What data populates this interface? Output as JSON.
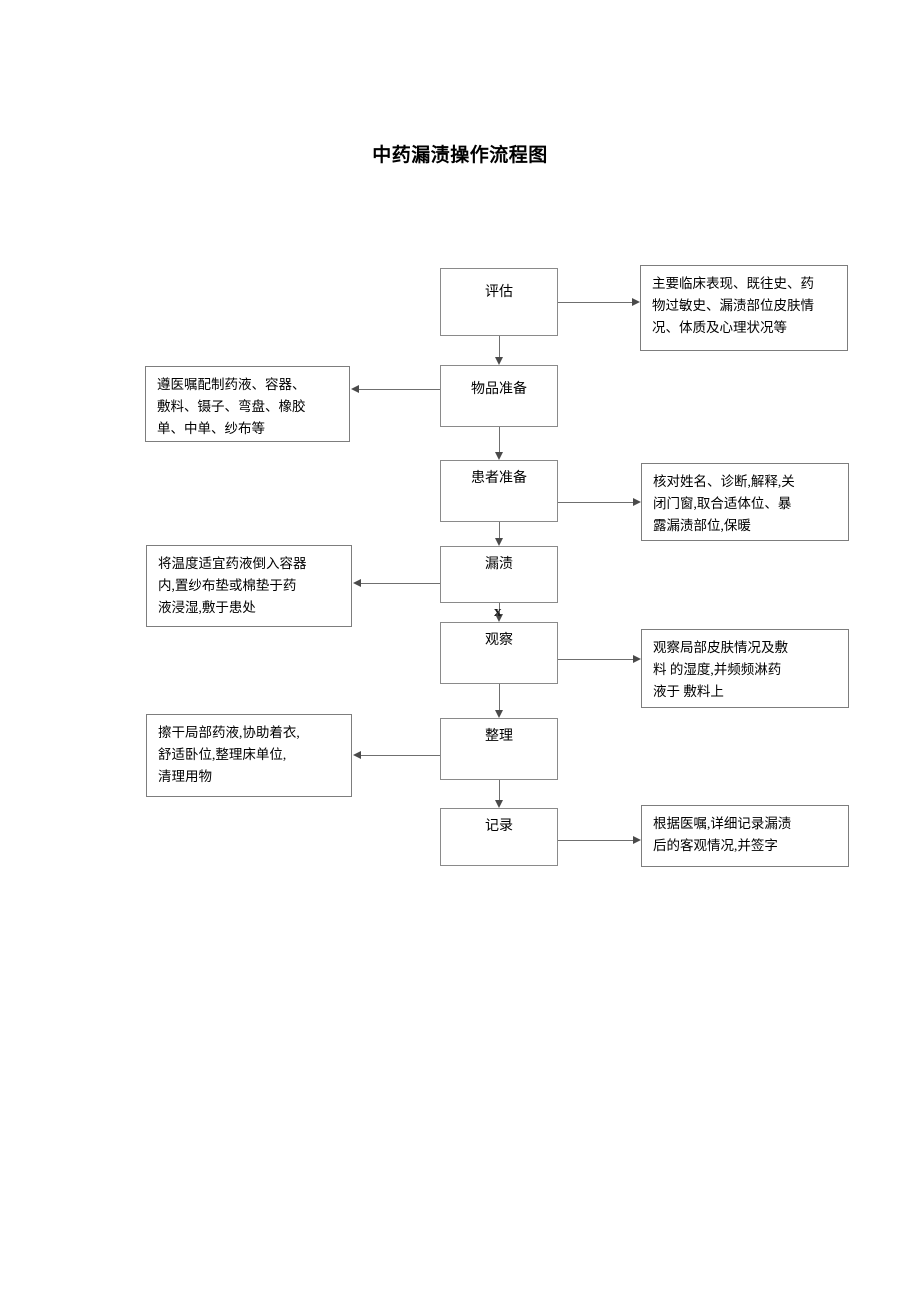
{
  "document": {
    "title": "中药漏渍操作流程图"
  },
  "flow": {
    "nodes": [
      {
        "id": "assess",
        "label": "评估"
      },
      {
        "id": "item-prep",
        "label": "物品准备"
      },
      {
        "id": "patient-prep",
        "label": "患者准备"
      },
      {
        "id": "soak",
        "label": "漏渍"
      },
      {
        "id": "observe",
        "label": "观察"
      },
      {
        "id": "tidy",
        "label": "整理"
      },
      {
        "id": "record",
        "label": "记录"
      }
    ],
    "notes": [
      {
        "id": "assess-note",
        "side": "right",
        "text": "主要临床表现、既往史、药\n物过敏史、漏渍部位皮肤情\n况、体质及心理状况等"
      },
      {
        "id": "item-prep-note",
        "side": "left",
        "text": "遵医嘱配制药液、容器、\n敷料、镊子、弯盘、橡胶\n单、中单、纱布等"
      },
      {
        "id": "patient-prep-note",
        "side": "right",
        "text": "核对姓名、诊断,解释,关\n闭门窗,取合适体位、暴\n露漏渍部位,保暖"
      },
      {
        "id": "soak-note",
        "side": "left",
        "text": "将温度适宜药液倒入容器\n内,置纱布垫或棉垫于药\n液浸湿,敷于患处"
      },
      {
        "id": "observe-note",
        "side": "right",
        "text": "观察局部皮肤情况及敷\n料 的湿度,并频频淋药\n液于 敷料上"
      },
      {
        "id": "tidy-note",
        "side": "left",
        "text": "擦干局部药液,协助着衣,\n舒适卧位,整理床单位,\n清理用物"
      },
      {
        "id": "record-note",
        "side": "right",
        "text": "根据医嘱,详细记录漏渍\n后的客观情况,并签字"
      }
    ],
    "marks": [
      {
        "id": "soak-observe-x",
        "label": "x"
      }
    ],
    "colors": {
      "box_border": "#8a8a8a",
      "connector": "#6f6f6f",
      "arrow_fill": "#4a4a4a",
      "background": "#ffffff",
      "text": "#000000"
    }
  }
}
